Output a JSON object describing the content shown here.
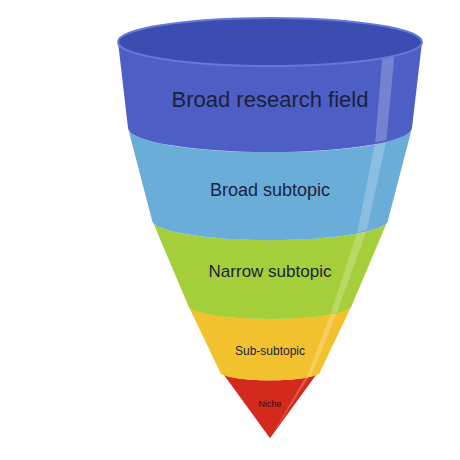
{
  "diagram": {
    "nodes": [
      {
        "text": [
          "Broad research field"
        ]
      },
      {
        "text": [
          "Broad subtopic"
        ]
      },
      {
        "text": [
          "Narrow subtopic"
        ]
      },
      {
        "text": [
          "Sub-subtopic"
        ]
      },
      {
        "text": [
          "Niche"
        ]
      }
    ]
  }
}
